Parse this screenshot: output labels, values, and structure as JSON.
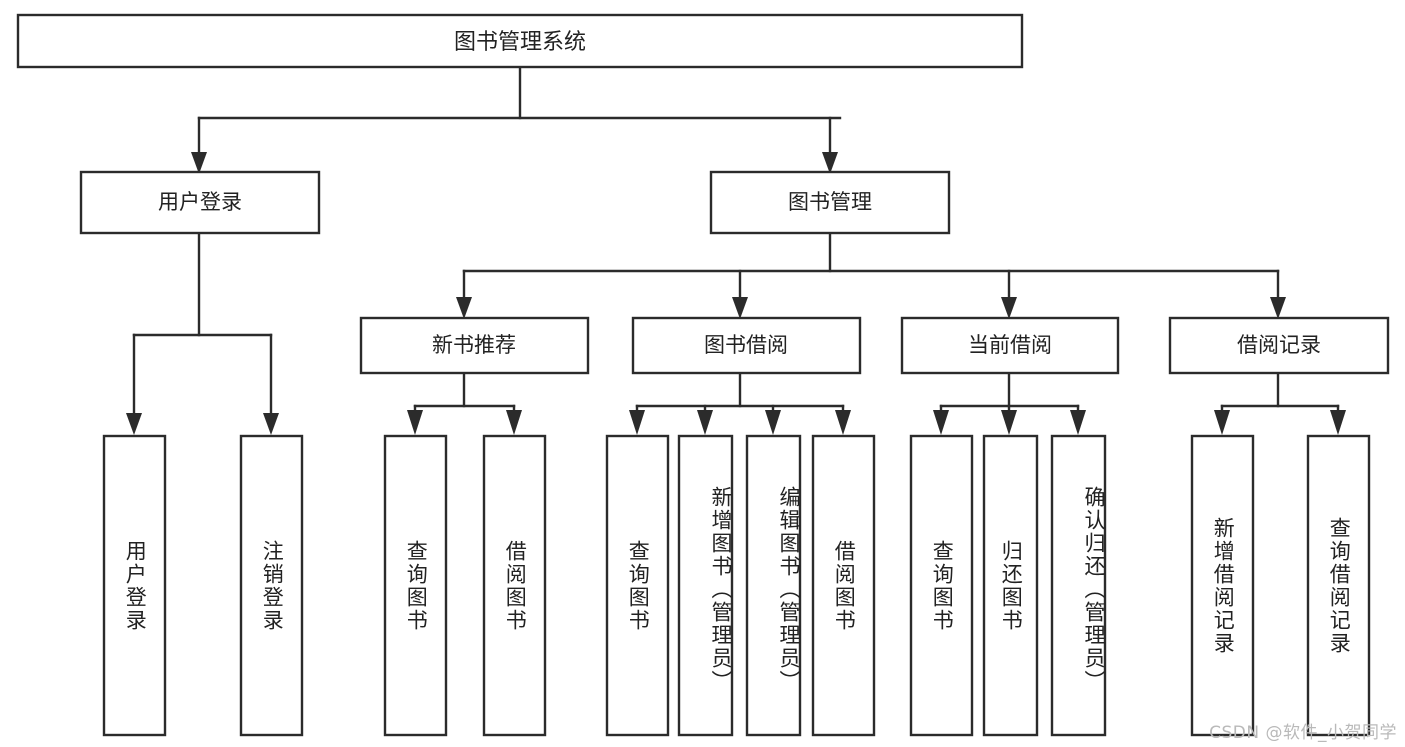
{
  "diagram": {
    "title": "图书管理系统",
    "type": "tree",
    "root": {
      "id": "root",
      "label": "图书管理系统"
    },
    "level1": [
      {
        "id": "user-login",
        "label": "用户登录"
      },
      {
        "id": "book-management",
        "label": "图书管理"
      }
    ],
    "level2": [
      {
        "id": "new-book-recommend",
        "label": "新书推荐",
        "parent": "book-management"
      },
      {
        "id": "book-borrow",
        "label": "图书借阅",
        "parent": "book-management"
      },
      {
        "id": "current-borrow",
        "label": "当前借阅",
        "parent": "book-management"
      },
      {
        "id": "borrow-record",
        "label": "借阅记录",
        "parent": "book-management"
      }
    ],
    "leaves": [
      {
        "id": "leaf-user-login",
        "label": "用户登录",
        "parent": "user-login"
      },
      {
        "id": "leaf-logout-login",
        "label": "注销登录",
        "parent": "user-login"
      },
      {
        "id": "leaf-query-book-1",
        "label": "查询图书",
        "parent": "new-book-recommend"
      },
      {
        "id": "leaf-borrow-book-1",
        "label": "借阅图书",
        "parent": "new-book-recommend"
      },
      {
        "id": "leaf-query-book-2",
        "label": "查询图书",
        "parent": "book-borrow"
      },
      {
        "id": "leaf-add-book",
        "label": "新增图书（管理员）",
        "parent": "book-borrow"
      },
      {
        "id": "leaf-edit-book",
        "label": "编辑图书（管理员）",
        "parent": "book-borrow"
      },
      {
        "id": "leaf-borrow-book-2",
        "label": "借阅图书",
        "parent": "book-borrow"
      },
      {
        "id": "leaf-query-book-3",
        "label": "查询图书",
        "parent": "current-borrow"
      },
      {
        "id": "leaf-return-book",
        "label": "归还图书",
        "parent": "current-borrow"
      },
      {
        "id": "leaf-confirm-return",
        "label": "确认归还（管理员）",
        "parent": "current-borrow"
      },
      {
        "id": "leaf-add-borrow-record",
        "label": "新增借阅记录",
        "parent": "borrow-record"
      },
      {
        "id": "leaf-query-borrow-record",
        "label": "查询借阅记录",
        "parent": "borrow-record"
      }
    ],
    "colors": {
      "box_stroke": "#2b2b2b",
      "box_fill": "#ffffff",
      "text": "#222222",
      "background": "#ffffff",
      "watermark": "#b9b9b9"
    }
  },
  "watermark": {
    "text": "CSDN @软件_小贺同学"
  }
}
